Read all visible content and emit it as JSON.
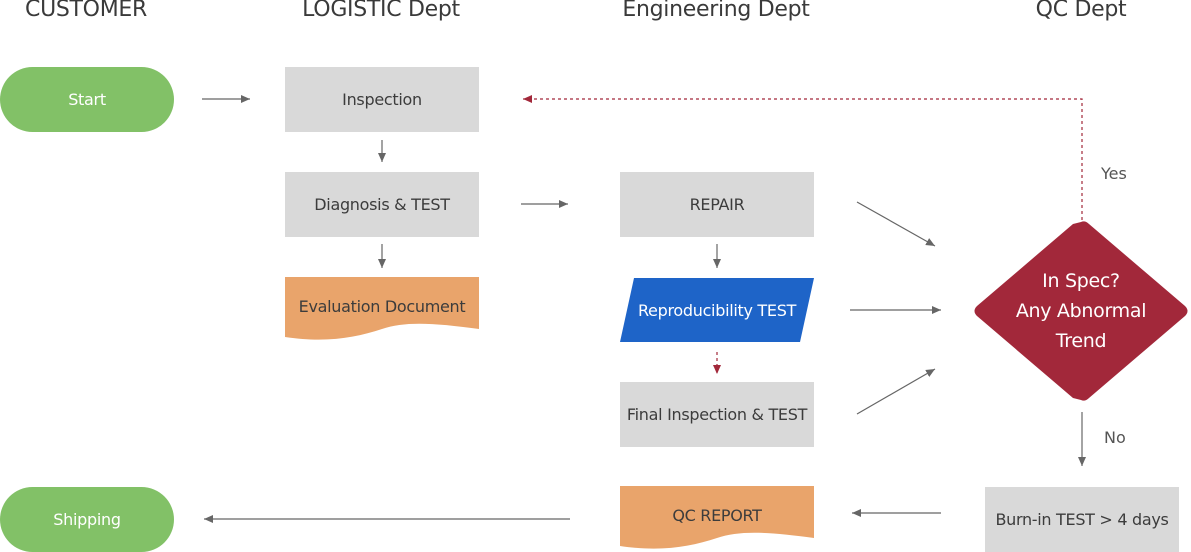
{
  "columns": {
    "customer": "CUSTOMER",
    "logistic": "LOGISTIC Dept",
    "engineering": "Engineering Dept",
    "qc": "QC Dept"
  },
  "nodes": {
    "start": "Start",
    "inspection": "Inspection",
    "diagnosis": "Diagnosis & TEST",
    "evaluation": "Evaluation Document",
    "repair": "REPAIR",
    "reproducibility": "Reproducibility TEST",
    "final_inspection": "Final Inspection & TEST",
    "qc_report": "QC REPORT",
    "shipping": "Shipping",
    "decision_line1": "In Spec?",
    "decision_line2": "Any Abnormal",
    "decision_line3": "Trend",
    "burn_in": "Burn-in TEST > 4 days"
  },
  "edge_labels": {
    "yes": "Yes",
    "no": "No"
  },
  "colors": {
    "terminal": "#82c167",
    "process": "#d9d9d9",
    "document": "#e9a46b",
    "parallelogram": "#1e64c8",
    "decision": "#a2283a",
    "arrow": "#666666",
    "feedback_arrow": "#a2283a"
  }
}
